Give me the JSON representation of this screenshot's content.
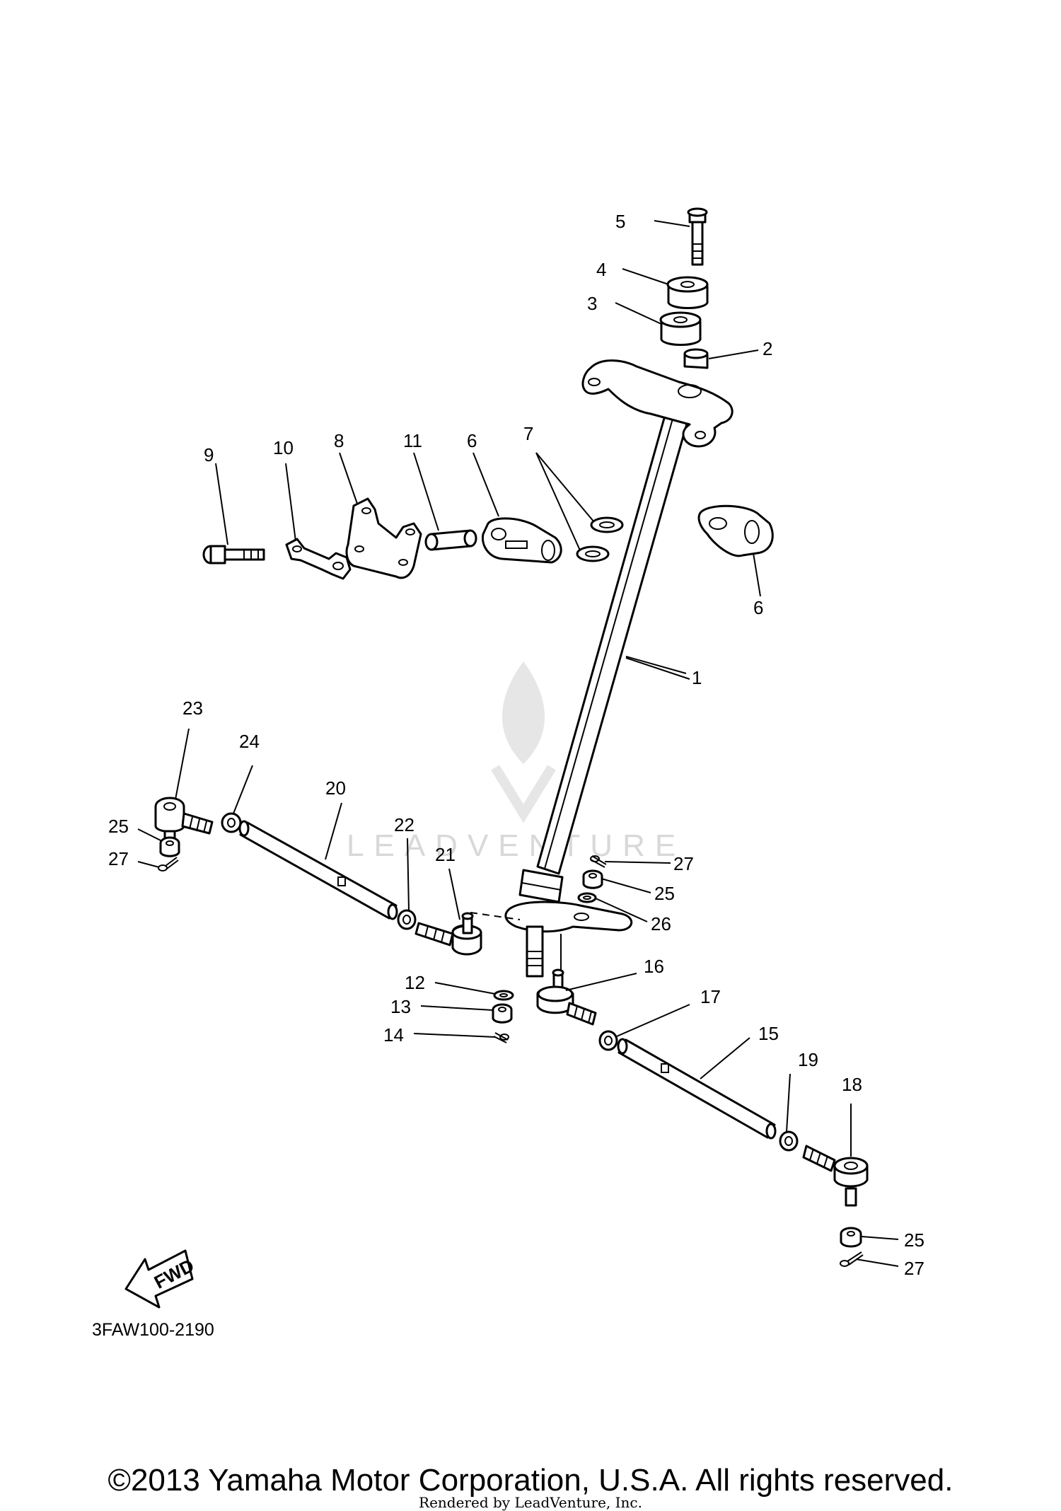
{
  "diagram_code": "3FAW100-2190",
  "fwd_label": "FWD",
  "watermark": "LEADVENTURE",
  "copyright": "©2013 Yamaha Motor Corporation, U.S.A. All rights reserved.",
  "rendered_by": "Rendered by LeadVenture, Inc.",
  "callouts": {
    "c1": "1",
    "c2": "2",
    "c3": "3",
    "c4": "4",
    "c5": "5",
    "c6a": "6",
    "c6b": "6",
    "c7": "7",
    "c8": "8",
    "c9": "9",
    "c10": "10",
    "c11": "11",
    "c12": "12",
    "c13": "13",
    "c14": "14",
    "c15": "15",
    "c16": "16",
    "c17": "17",
    "c18": "18",
    "c19": "19",
    "c20": "20",
    "c21": "21",
    "c22": "22",
    "c23": "23",
    "c24": "24",
    "c25a": "25",
    "c25b": "25",
    "c25c": "25",
    "c26": "26",
    "c27a": "27",
    "c27b": "27",
    "c27c": "27"
  }
}
